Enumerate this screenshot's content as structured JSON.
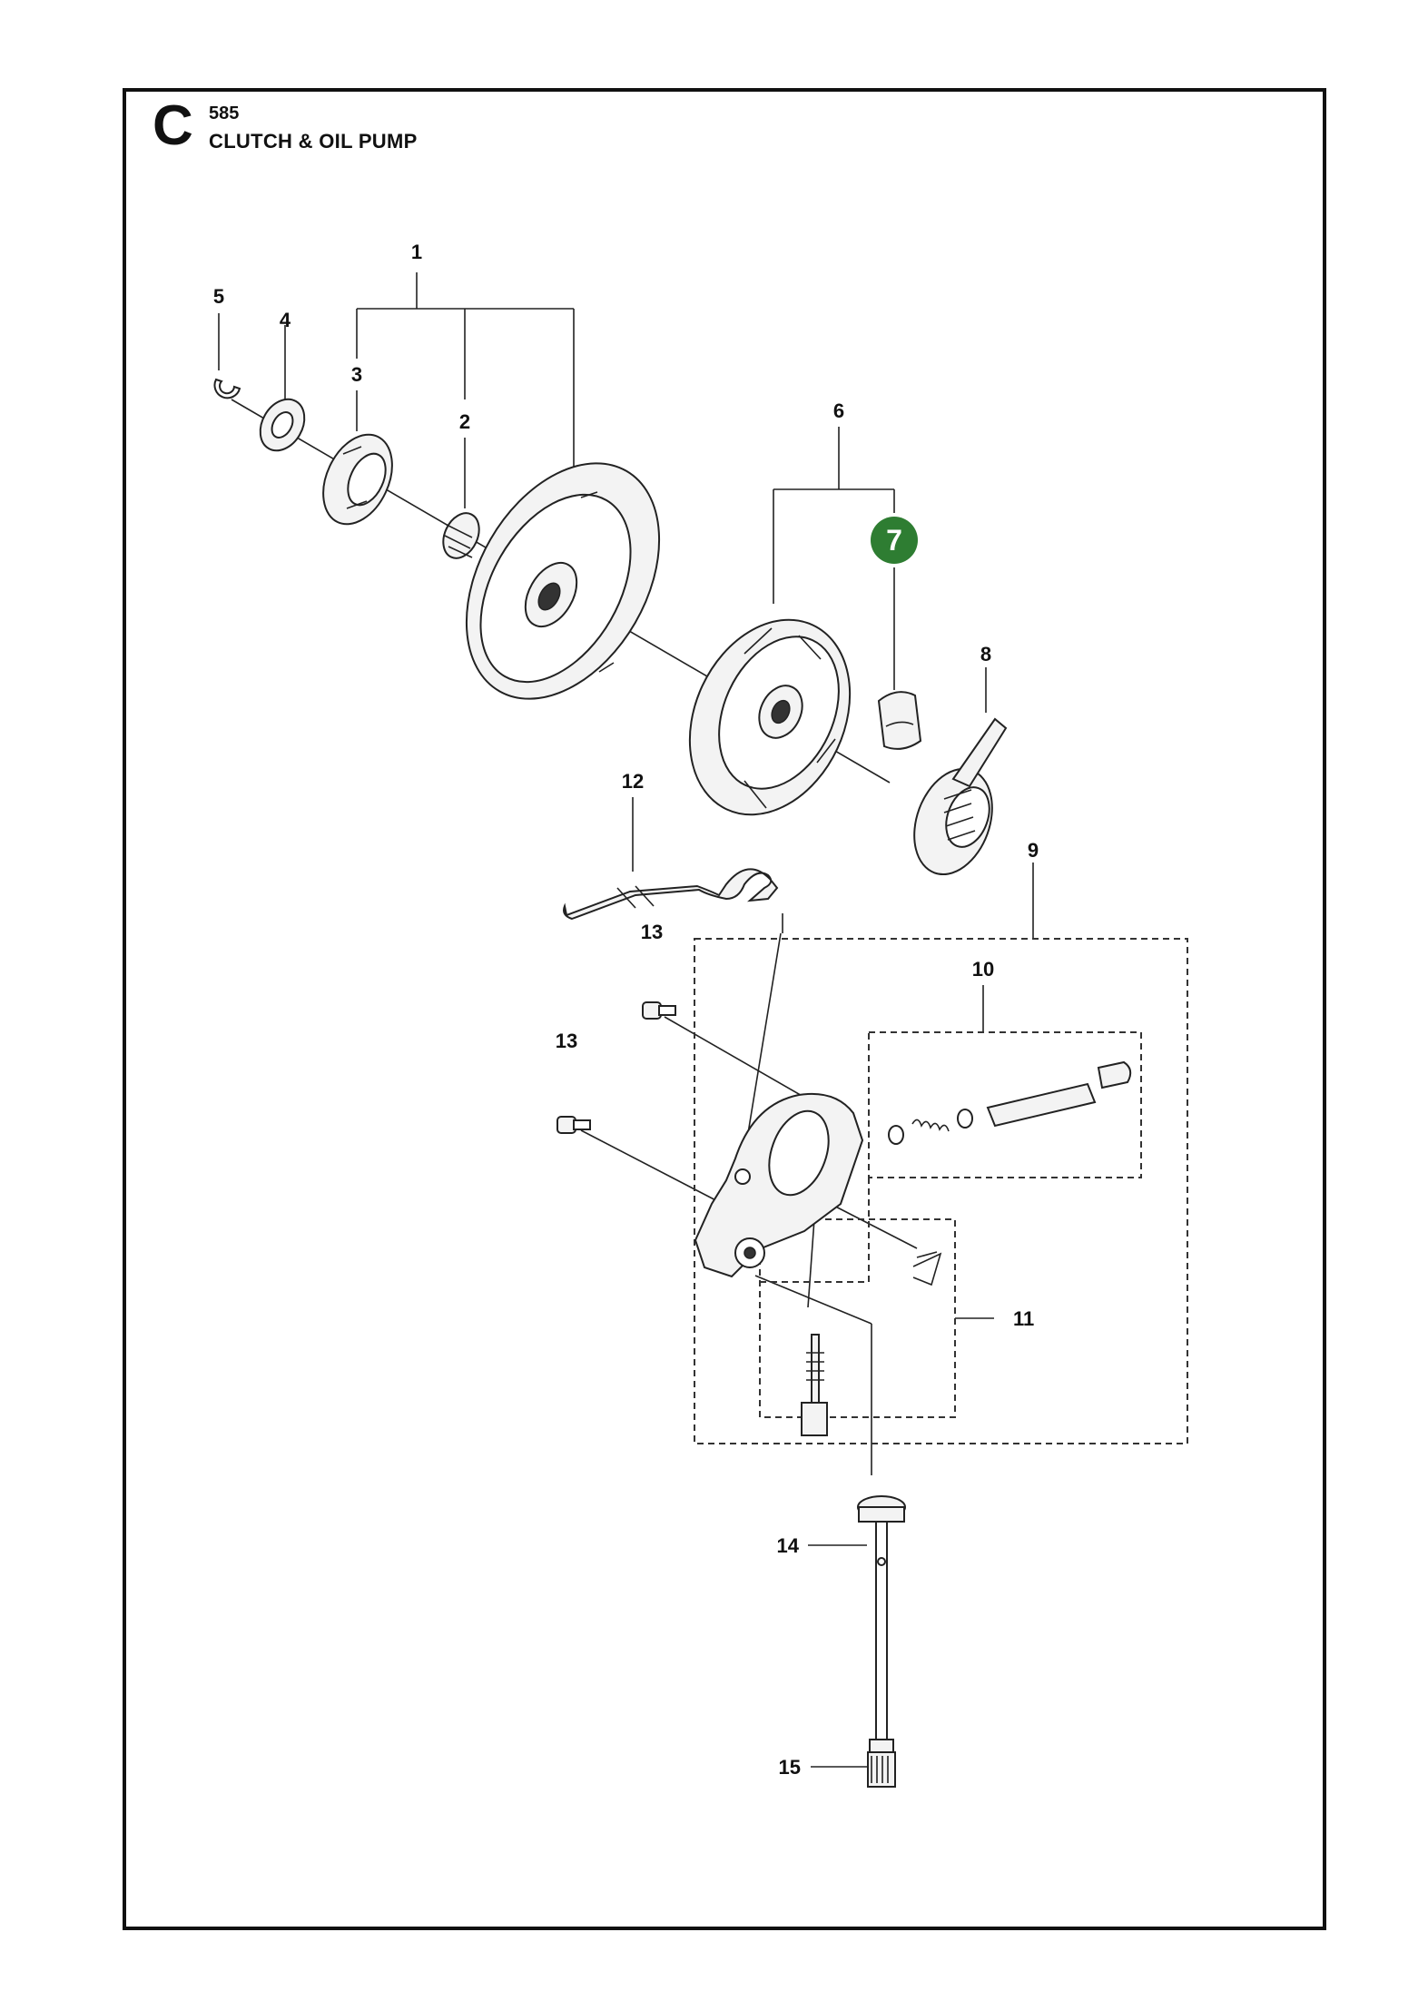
{
  "header": {
    "section_letter": "C",
    "page_number": "585",
    "title": "CLUTCH & OIL PUMP"
  },
  "callouts": [
    "1",
    "2",
    "3",
    "4",
    "5",
    "6",
    "7",
    "8",
    "9",
    "10",
    "11",
    "12",
    "13",
    "13",
    "14",
    "15"
  ],
  "highlight": {
    "label": "7",
    "color": "#2e7d32"
  },
  "colors": {
    "line": "#222222",
    "frame": "#111111",
    "background": "#ffffff"
  }
}
